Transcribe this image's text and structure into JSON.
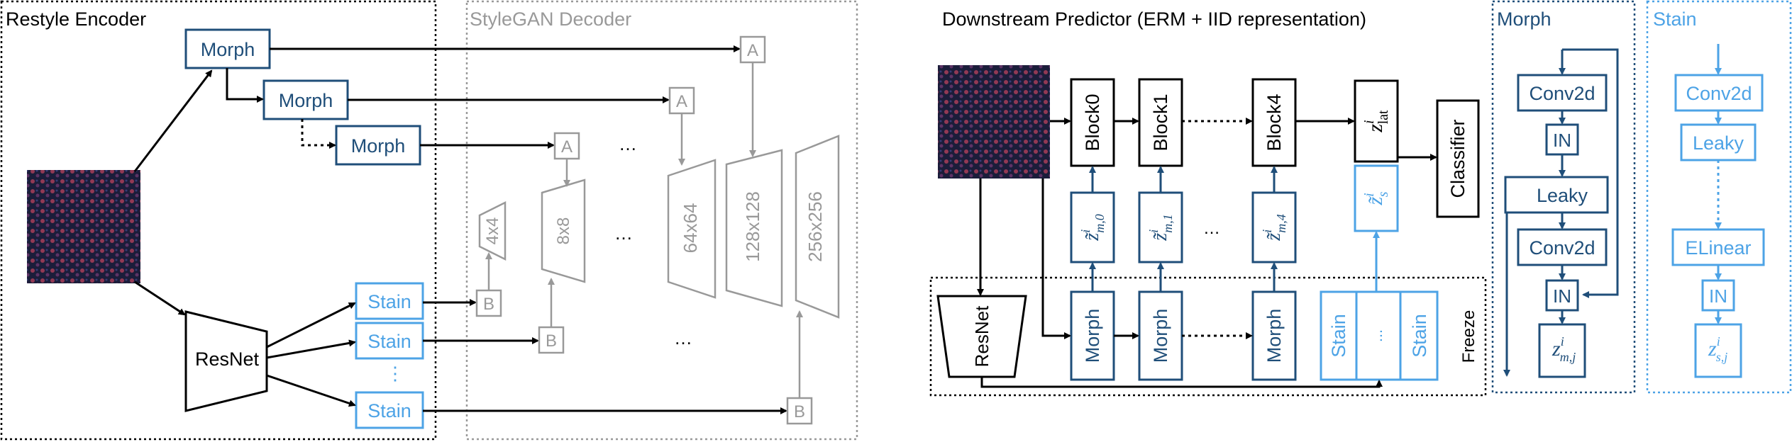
{
  "colors": {
    "navy": "#1f4e79",
    "light_blue": "#4da3e6",
    "gray": "#999999",
    "black": "#000000"
  },
  "panels": {
    "restyle_encoder": "Restyle Encoder",
    "stylegan_decoder": "StyleGAN Decoder",
    "downstream": "Downstream Predictor (ERM + IID representation)",
    "morph": "Morph",
    "stain": "Stain"
  },
  "encoder": {
    "morph_blocks": [
      "Morph",
      "Morph",
      "Morph"
    ],
    "stain_blocks": [
      "Stain",
      "Stain",
      "Stain"
    ],
    "backbone": "ResNet",
    "vdots": "⋮"
  },
  "decoder": {
    "affine": [
      "A",
      "A",
      "A"
    ],
    "noise": [
      "B",
      "B",
      "B"
    ],
    "resolutions": [
      "4x4",
      "8x8",
      "64x64",
      "128x128",
      "256x256"
    ],
    "ellipsis": "…"
  },
  "predictor": {
    "blocks": [
      "Block0",
      "Block1",
      "Block4"
    ],
    "z_m": [
      {
        "base": "z̃",
        "sup": "i",
        "sub": "m,0"
      },
      {
        "base": "z̃",
        "sup": "i",
        "sub": "m,1"
      },
      {
        "base": "z̃",
        "sup": "i",
        "sub": "m,4"
      }
    ],
    "z_s": {
      "base": "z̃",
      "sup": "i",
      "sub": "s"
    },
    "z_lat": {
      "base": "z",
      "sup": "i",
      "sub": "lat"
    },
    "classifier": "Classifier",
    "backbone": "ResNet",
    "morph_blocks": [
      "Morph",
      "Morph",
      "Morph"
    ],
    "stain_blocks": [
      "Stain",
      "...",
      "Stain"
    ],
    "freeze": "Freeze",
    "ellipsis": "…"
  },
  "morph_detail": {
    "layers": [
      "Conv2d",
      "IN",
      "Leaky",
      "Conv2d",
      "IN"
    ],
    "output": {
      "base": "z",
      "sup": "i",
      "sub": "m,j"
    }
  },
  "stain_detail": {
    "layers": [
      "Conv2d",
      "Leaky",
      "ELinear",
      "IN"
    ],
    "output": {
      "base": "z",
      "sup": "i",
      "sub": "s,j"
    }
  }
}
